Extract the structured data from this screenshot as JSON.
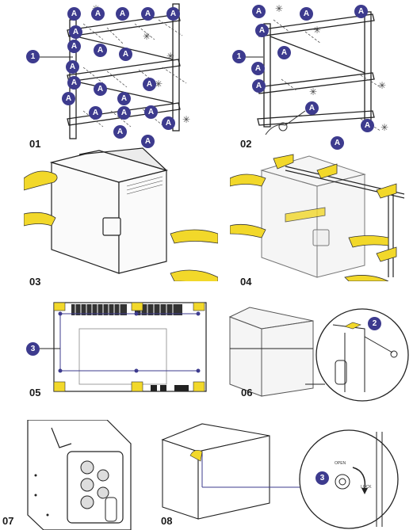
{
  "steps": {
    "s01": "01",
    "s02": "02",
    "s03": "03",
    "s04": "04",
    "s05": "05",
    "s06": "06",
    "s07": "07",
    "s08": "08"
  },
  "callouts": {
    "a": "A",
    "one": "1",
    "two": "2",
    "three": "3"
  },
  "detail": {
    "open": "OPEN",
    "lock": "LOCK"
  },
  "colors": {
    "badge": "#3d3b8e",
    "yellow": "#f2d82a",
    "line": "#222222"
  }
}
